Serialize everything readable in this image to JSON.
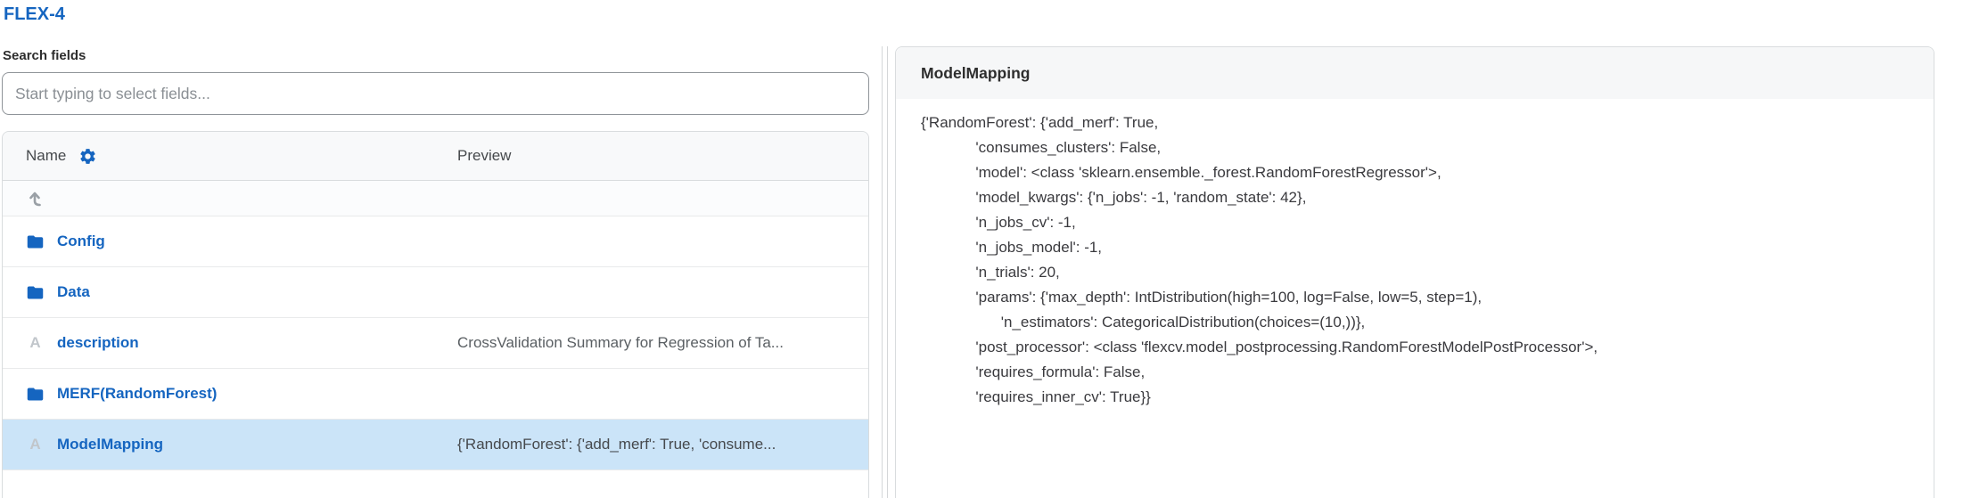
{
  "page": {
    "title": "FLEX-4"
  },
  "colors": {
    "accent_blue": "#1565c0",
    "selected_row_bg": "#cbe4f8",
    "header_bg": "#f8f9fa",
    "detail_header_bg": "#f6f7f8"
  },
  "sidebar": {
    "search_label": "Search fields",
    "search_placeholder": "Start typing to select fields...",
    "search_value": "",
    "table": {
      "columns": {
        "name": "Name",
        "preview": "Preview"
      },
      "header_icons": [
        "settings-gear"
      ],
      "rows": [
        {
          "icon": "parent-directory",
          "name": "",
          "preview": ""
        },
        {
          "icon": "folder",
          "name": "Config",
          "preview": ""
        },
        {
          "icon": "folder",
          "name": "Data",
          "preview": ""
        },
        {
          "icon": "string-field",
          "icon_label": "A",
          "name": "description",
          "preview": "CrossValidation Summary for Regression of Ta..."
        },
        {
          "icon": "folder",
          "name": "MERF(RandomForest)",
          "preview": ""
        },
        {
          "icon": "string-field",
          "icon_label": "A",
          "name": "ModelMapping",
          "preview": "{'RandomForest': {'add_merf': True, 'consume...",
          "selected": true
        }
      ]
    }
  },
  "detail": {
    "title": "ModelMapping",
    "content_lines": [
      "{'RandomForest': {'add_merf': True,",
      "             'consumes_clusters': False,",
      "             'model': <class 'sklearn.ensemble._forest.RandomForestRegressor'>,",
      "             'model_kwargs': {'n_jobs': -1, 'random_state': 42},",
      "             'n_jobs_cv': -1,",
      "             'n_jobs_model': -1,",
      "             'n_trials': 20,",
      "             'params': {'max_depth': IntDistribution(high=100, log=False, low=5, step=1),",
      "                   'n_estimators': CategoricalDistribution(choices=(10,))},",
      "             'post_processor': <class 'flexcv.model_postprocessing.RandomForestModelPostProcessor'>,",
      "             'requires_formula': False,",
      "             'requires_inner_cv': True}}"
    ]
  }
}
